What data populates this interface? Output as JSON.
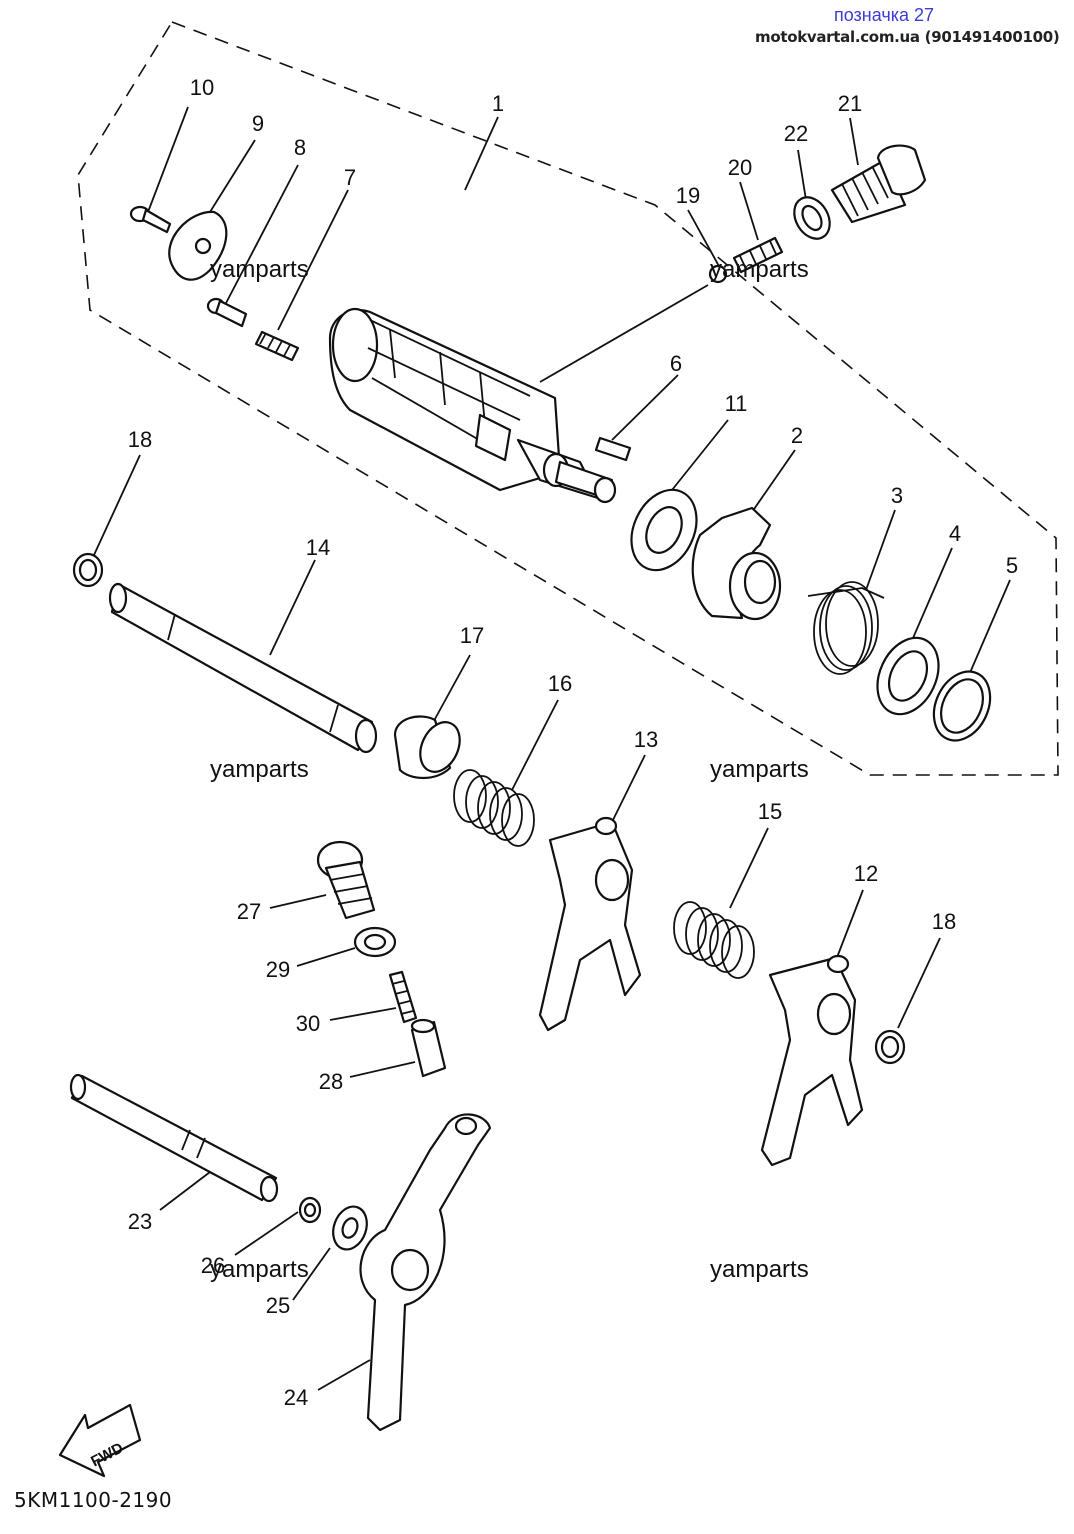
{
  "header": {
    "title": "позначка 27",
    "subtitle": "motokvartal.com.ua (901491400100)"
  },
  "watermark": "yamparts",
  "diagram_code": "5KM1100-2190",
  "fwd_label": "FWD",
  "callouts": [
    "1",
    "2",
    "3",
    "4",
    "5",
    "6",
    "7",
    "8",
    "9",
    "10",
    "11",
    "12",
    "13",
    "14",
    "15",
    "16",
    "17",
    "18",
    "18",
    "19",
    "20",
    "21",
    "22",
    "23",
    "24",
    "25",
    "26",
    "27",
    "28",
    "29",
    "30"
  ]
}
